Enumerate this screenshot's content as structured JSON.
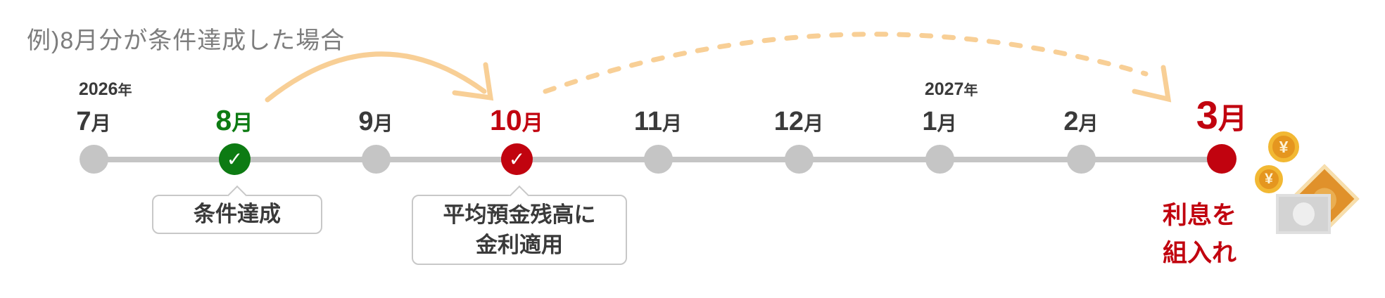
{
  "title": "例)8月分が条件達成した場合",
  "timeline": {
    "months": [
      {
        "label": "7月",
        "year": "2026年",
        "state": "normal"
      },
      {
        "label": "8月",
        "state": "achieved"
      },
      {
        "label": "9月",
        "state": "normal"
      },
      {
        "label": "10月",
        "state": "applied"
      },
      {
        "label": "11月",
        "state": "normal"
      },
      {
        "label": "12月",
        "state": "normal"
      },
      {
        "label": "1月",
        "year": "2027年",
        "state": "normal"
      },
      {
        "label": "2月",
        "state": "normal"
      },
      {
        "label": "3月",
        "state": "final"
      }
    ]
  },
  "callouts": {
    "achieved": "条件達成",
    "applied_line1": "平均預金残高に",
    "applied_line2": "金利適用"
  },
  "final_note": {
    "line1": "利息を",
    "line2": "組入れ"
  },
  "icons": {
    "check": "✓",
    "yen": "¥"
  },
  "colors": {
    "green": "#0d7b13",
    "red": "#c1030f",
    "arrow_orange": "#f8cf96",
    "gray_line": "#c5c5c5",
    "text_dark": "#3a3a3a",
    "title_gray": "#7d7d7d",
    "coin_gold": "#f2b833",
    "coin_face": "#e5961f",
    "note_orange": "#e0912b"
  }
}
